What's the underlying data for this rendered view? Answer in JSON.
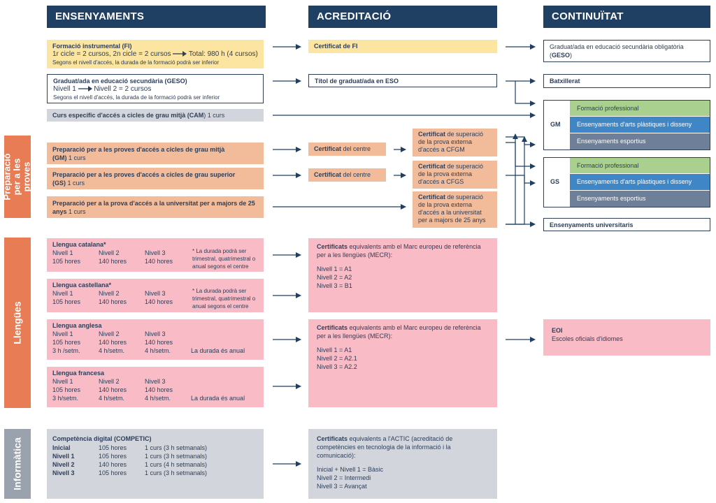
{
  "headers": {
    "ensenyaments": "ENSENYAMENTS",
    "acreditacio": "ACREDITACIÓ",
    "continuitat": "CONTINUÏTAT"
  },
  "sidebars": {
    "preparacio": "Preparació per a les proves",
    "llengues": "Llengües",
    "informatica": "Informàtica"
  },
  "fi": {
    "title_a": "Formació instrumental (",
    "title_b": "FI",
    ")": ")",
    "line2_a": "1r cicle = 2 cursos, 2n cicle = 2 cursos",
    "line2_b": "Total: 980 h (4 cursos)",
    "note": "Segons el nivell d'accés, la durada de la formació podrà ser inferior"
  },
  "geso": {
    "title_a": "Graduat/ada en educació secundària (",
    "title_b": "GESO",
    "title_c": ")",
    "line2_a": "Nivell 1",
    "line2_b": "Nivell 2 = 2 cursos",
    "note": "Segons el nivell d'accés, la durada de la formació podrà ser inferior"
  },
  "cam": {
    "title_a": "Curs específic d'accés a cicles de grau mitjà (",
    "title_b": "CAM",
    "title_c": ") 1 curs"
  },
  "prep_gm": {
    "title": "Preparació per a les proves d'accés a cicles de grau mitjà",
    "abbr": "(GM)",
    "rest": " 1 curs"
  },
  "prep_gs": {
    "title": "Preparació per a les proves d'accés a cicles de grau superior",
    "abbr": "(GS)",
    "rest": " 1 curs"
  },
  "prep_25": {
    "title": "Preparació per a la prova d'accés a la universitat per a majors de 25 anys",
    "rest": " 1 curs"
  },
  "cat": {
    "title": "Llengua catalana*",
    "levels": [
      "Nivell 1",
      "Nivell 2",
      "Nivell 3"
    ],
    "hours": [
      "105 hores",
      "140 hores",
      "140 hores"
    ],
    "note": "* La durada podrà ser trimestral, quatrimestral o anual segons el centre"
  },
  "cas": {
    "title": "Llengua castellana*",
    "levels": [
      "Nivell 1",
      "Nivell 2",
      "Nivell 3"
    ],
    "hours": [
      "105 hores",
      "140 hores",
      "140 hores"
    ],
    "note": "* La durada podrà ser trimestral, quatrimestral o anual segons el centre"
  },
  "ang": {
    "title": "Llengua anglesa",
    "levels": [
      "Nivell 1",
      "Nivell 2",
      "Nivell 3"
    ],
    "hours": [
      "105 hores",
      "140 hores",
      "140 hores"
    ],
    "weekly": [
      "3 h /setm.",
      "4 h/setm.",
      "4 h/setm."
    ],
    "note": "La durada és anual"
  },
  "fra": {
    "title": "Llengua francesa",
    "levels": [
      "Nivell 1",
      "Nivell 2",
      "Nivell 3"
    ],
    "hours": [
      "105 hores",
      "140 hores",
      "140 hores"
    ],
    "weekly": [
      "3 h/setm.",
      "4 h/setm.",
      "4 h/setm."
    ],
    "note": "La durada és anual"
  },
  "competic": {
    "title_a": "Competència digital (",
    "title_b": "COMPETIC",
    "title_c": ")",
    "rows": [
      {
        "level": "Inicial",
        "hours": "105 hores",
        "courses": "1 curs (3 h setmanals)"
      },
      {
        "level": "Nivell 1",
        "hours": "105 hores",
        "courses": "1 curs (3 h setmanals)"
      },
      {
        "level": "Nivell 2",
        "hours": "140 hores",
        "courses": "1 curs (4 h setmanals)"
      },
      {
        "level": "Nivell 3",
        "hours": "105 hores",
        "courses": "1 curs (3 h setmanals)"
      }
    ]
  },
  "acr": {
    "fi_a": "Certificat de ",
    "fi_b": "FI",
    "eso_a": "Títol de graduat/ada en ",
    "eso_b": "ESO",
    "centre_a": "Certificat",
    "centre_b": " del centre",
    "cfgm_a": "Certificat",
    "cfgm_b": " de superació de la prova externa d'accés a CFGM",
    "cfgs_a": "Certificat",
    "cfgs_b": " de superació de la prova externa d'accés a CFGS",
    "m25_a": "Certificat",
    "m25_b": " de superació de la prova externa d'accés a la universitat per a majors de 25 anys",
    "mecr1_a": "Certificats",
    "mecr1_b": " equivalents amb el Marc europeu de referència per a les llengües (MECR):",
    "mecr1_levels": [
      "Nivell 1  =  A1",
      "Nivell 2  =  A2",
      "Nivell 3  =  B1"
    ],
    "mecr2_a": "Certificats",
    "mecr2_b": " equivalents amb el Marc europeu de referència per a les llengües (MECR):",
    "mecr2_levels": [
      "Nivell 1  =  A1",
      "Nivell 2  =  A2.1",
      "Nivell 3  =  A2.2"
    ],
    "actic_a": "Certificats",
    "actic_b": " equivalents a l'ACTIC (acreditació de competències en tecnologia de la informació i la comunicació):",
    "actic_levels": [
      "Inicial + Nivell 1  =  Bàsic",
      "Nivell 2  =  Intermedi",
      "Nivell 3  =  Avançat"
    ]
  },
  "cont": {
    "geso_a": "Graduat/ada en educació secundària obligatòria (",
    "geso_b": "GESO",
    "geso_c": ")",
    "batx": "Batxillerat",
    "gm": "GM",
    "gs": "GS",
    "fp": "Formació professional",
    "arts": "Ensenyaments d'arts plàstiques i disseny",
    "esport": "Ensenyaments esportius",
    "univ": "Ensenyaments universitaris",
    "eoi": "EOI",
    "eoi_sub": "Escoles oficials d'idiomes"
  },
  "colors": {
    "navy": "#1f3f63",
    "yellow": "#fce5a0",
    "salmon": "#f2bc9b",
    "pink": "#f9bcc6",
    "grey": "#d2d6dc",
    "green": "#a9d08e",
    "blue": "#3f86c7",
    "slate": "#6e7f99",
    "orange": "#e87c55"
  }
}
